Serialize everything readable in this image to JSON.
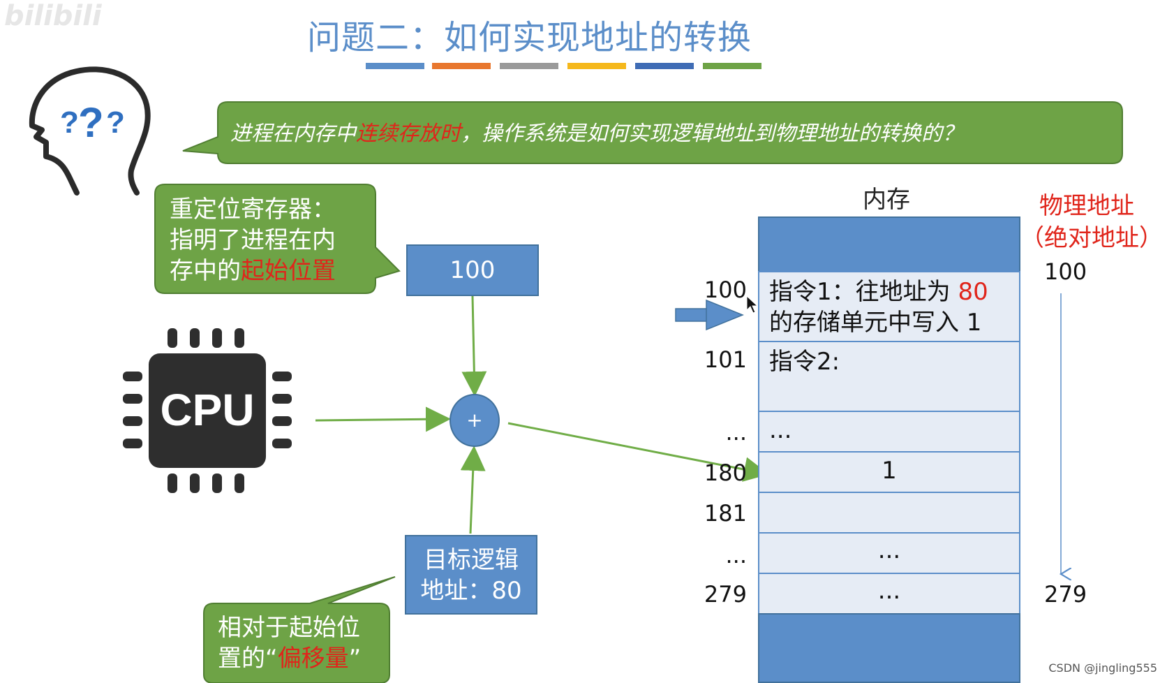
{
  "title": "问题二：如何实现地址的转换",
  "title_bar_colors": [
    "#5b8ec9",
    "#e8772e",
    "#9a9a9a",
    "#f5b81c",
    "#3f6cb5",
    "#6ea346"
  ],
  "question": {
    "part1": "进程在内存中",
    "highlight": "连续存放时",
    "part2": "，操作系统是如何实现逻辑地址到物理地址的转换的？"
  },
  "relocation_register_callout": {
    "line1": "重定位寄存器：",
    "line2": "指明了进程在内",
    "line3_prefix": "存中的",
    "line3_highlight": "起始位置"
  },
  "relocation_register_value": "100",
  "adder_symbol": "+",
  "cpu_label": "CPU",
  "logical_address_box": {
    "line1": "目标逻辑",
    "line2": "地址：80"
  },
  "offset_callout": {
    "line1": "相对于起始位",
    "line2_prefix": "置的“",
    "line2_highlight": "偏移量",
    "line2_suffix": "”"
  },
  "memory": {
    "title": "内存",
    "physical_address_title_line1": "物理地址",
    "physical_address_title_line2": "（绝对地址）",
    "physical_start": "100",
    "physical_end": "279",
    "cells": [
      {
        "addr": "100",
        "line1_prefix": "指令1：往地址为 ",
        "line1_highlight": "80",
        "line2": "的存储单元中写入 1"
      },
      {
        "addr": "101",
        "text": "指令2:"
      },
      {
        "addr": "...",
        "text": "..."
      },
      {
        "addr": "180",
        "text": "1"
      },
      {
        "addr": "181",
        "text": ""
      },
      {
        "addr": "...",
        "text": "..."
      },
      {
        "addr": "279",
        "text": "..."
      }
    ]
  },
  "colors": {
    "green_callout": "#6ea346",
    "blue_box": "#5b8ec9",
    "highlight_red": "#e0251b",
    "arrow_green": "#70ad47"
  },
  "watermark": {
    "logo": "bilibili",
    "credit": "CSDN @jingling555"
  }
}
